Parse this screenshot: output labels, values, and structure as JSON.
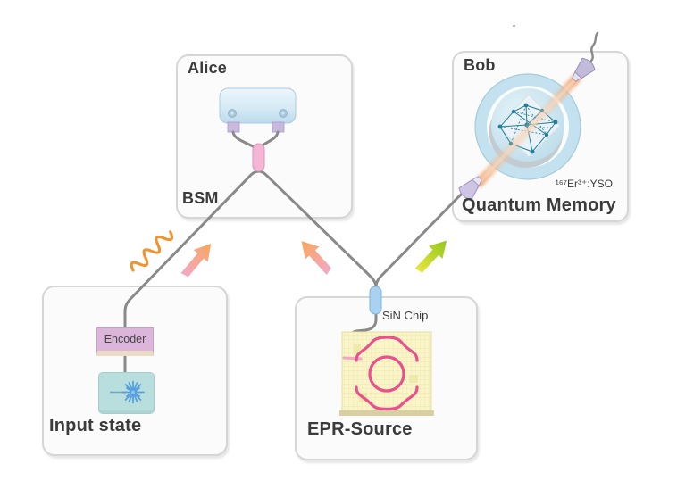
{
  "figure": {
    "panels": {
      "alice": {
        "title": "Alice",
        "role_label": "BSM"
      },
      "bob": {
        "title": "Bob",
        "role_label": "Quantum Memory",
        "crystal_label": "¹⁶⁷Er³⁺:YSO"
      },
      "input_state": {
        "title": "Input state",
        "encoder_label": "Encoder"
      },
      "epr_source": {
        "title": "EPR-Source",
        "chip_label": "SiN Chip"
      }
    },
    "icons": {
      "photon_wave": "photon-wavepacket-icon",
      "laser": "laser-starburst-icon",
      "detector": "detector-box-icon",
      "beam_splitter": "beam-splitter-icon",
      "fiber_coupler": "fiber-coupler-icon",
      "memory_crystal": "memory-crystal-icon",
      "fiber_tip": "fiber-tip-icon"
    },
    "colors": {
      "fiber_gray": "#898989",
      "photon_orange": "#ef9434",
      "arrow_pink": "#f2a9c7",
      "arrow_orange": "#f7a75a",
      "arrow_yellow": "#e7e63e",
      "arrow_green": "#93c71d",
      "beam_peach": "#f0a878",
      "waveguide_pink": "#e8508e",
      "splitter_pink": "#f4b6d4",
      "coupler_blue": "#a9d1f2",
      "detector_blue": "#cfe6f2",
      "laser_box_teal": "#b9dede",
      "laser_star_blue": "#57a0dd",
      "encoder_pink": "#dcb6da",
      "memory_ring_blue": "#c3e1ee",
      "network_teal": "#1f7e9d",
      "chip_yellow": "#f9f5c8",
      "panel_fill": "#fbfbfb",
      "panel_border": "#d6d6d6",
      "text": "#3b3b3b"
    }
  }
}
